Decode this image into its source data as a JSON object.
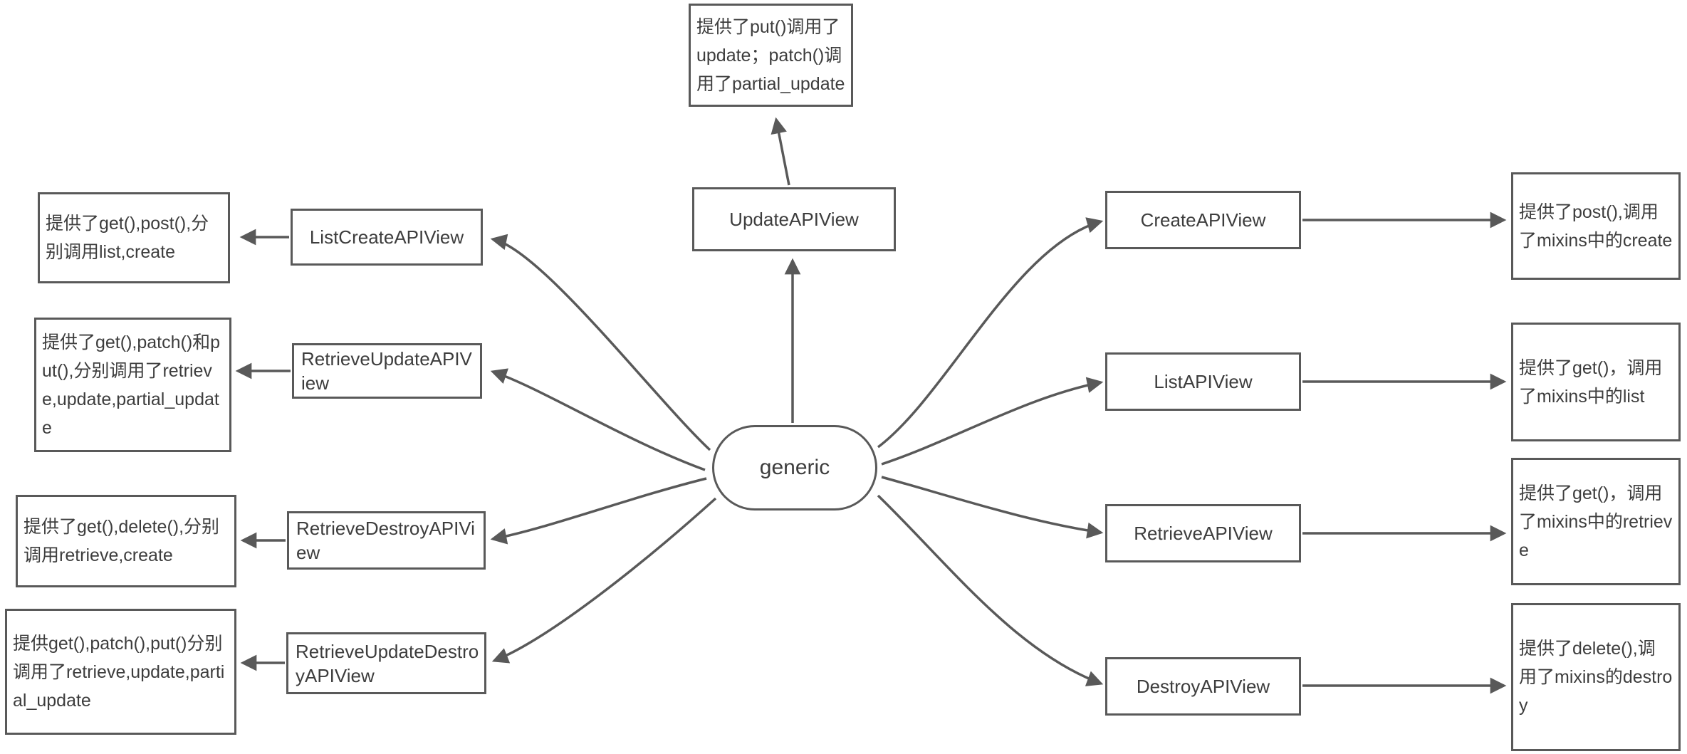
{
  "colors": {
    "line": "#595959",
    "text": "#3d3d3d",
    "box_background": "#ffffff",
    "page_background": "#ffffff"
  },
  "center": {
    "label": "generic"
  },
  "top_branch": {
    "label": "UpdateAPIView",
    "desc": "提供了put()调用了update；patch()调用了partial_update"
  },
  "left_branches": [
    {
      "label": "ListCreateAPIView",
      "desc": "提供了get(),post(),分别调用list,create"
    },
    {
      "label": "RetrieveUpdateAPIView",
      "desc": "提供了get(),patch()和put(),分别调用了retrieve,update,partial_update"
    },
    {
      "label": "RetrieveDestroyAPIView",
      "desc": "提供了get(),delete(),分别调用retrieve,create"
    },
    {
      "label": "RetrieveUpdateDestroyAPIView",
      "desc": "提供get(),patch(),put()分别调用了retrieve,update,partial_update"
    }
  ],
  "right_branches": [
    {
      "label": "CreateAPIView",
      "desc": "提供了post(),调用了mixins中的create"
    },
    {
      "label": "ListAPIView",
      "desc": "提供了get()，调用了mixins中的list"
    },
    {
      "label": "RetrieveAPIView",
      "desc": "提供了get()，调用了mixins中的retrieve"
    },
    {
      "label": "DestroyAPIView",
      "desc": "提供了delete(),调用了mixins的destroy"
    }
  ]
}
